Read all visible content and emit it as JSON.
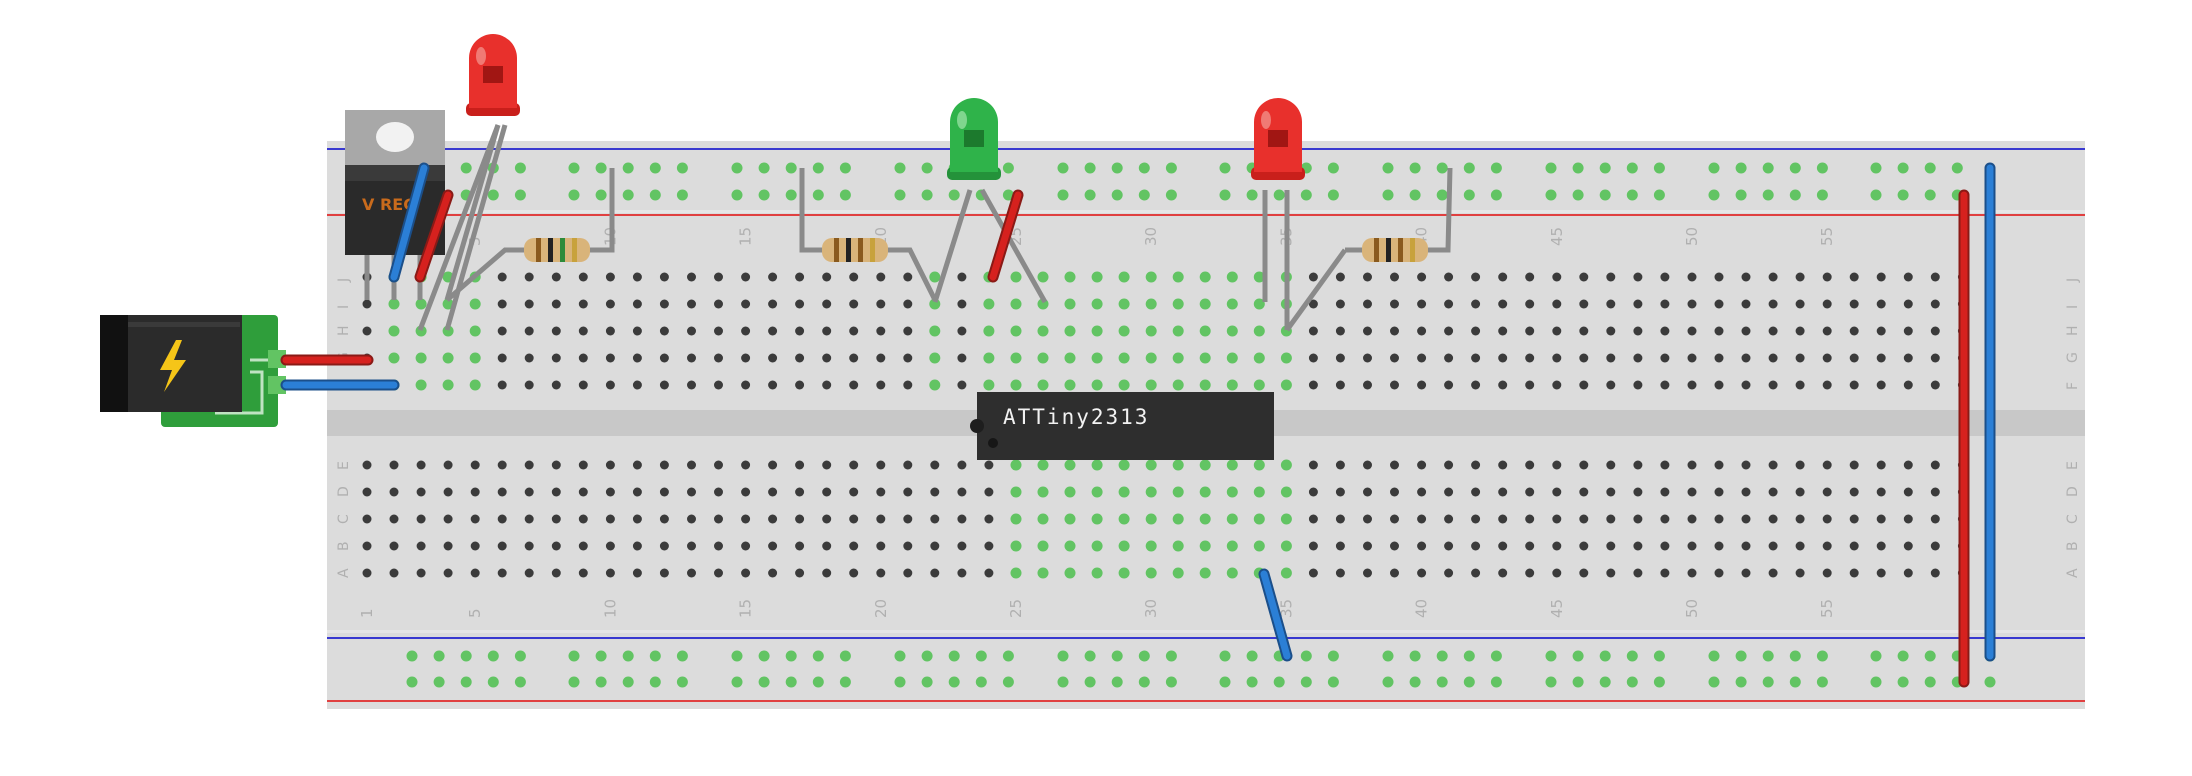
{
  "breadboard": {
    "columns": 60,
    "column_numbers": [
      "1",
      "5",
      "10",
      "15",
      "20",
      "25",
      "30",
      "35",
      "40",
      "45",
      "50",
      "55"
    ],
    "top_rows": [
      "J",
      "I",
      "H",
      "G",
      "F"
    ],
    "bottom_rows": [
      "E",
      "D",
      "C",
      "B",
      "A"
    ]
  },
  "components": {
    "ic_label": "ATTiny2313",
    "regulator_label": "V REG",
    "leds": [
      {
        "name": "led-red-left",
        "color": "#e8302c"
      },
      {
        "name": "led-green",
        "color": "#2fb34a"
      },
      {
        "name": "led-red-right",
        "color": "#e8302c"
      }
    ]
  },
  "colors": {
    "board": "#d9d9d9",
    "hole": "#3b3b3b",
    "active_hole": "#62c463",
    "wire_red": "#d6211e",
    "wire_blue": "#2b7fd6",
    "rail_red_line": "#e04040",
    "rail_blue_line": "#3a3ad0",
    "legs": "#8a8a8a",
    "ic_body": "#2e2e2e",
    "jack_pcb": "#2f9e3b",
    "bolt": "#f5c518"
  }
}
